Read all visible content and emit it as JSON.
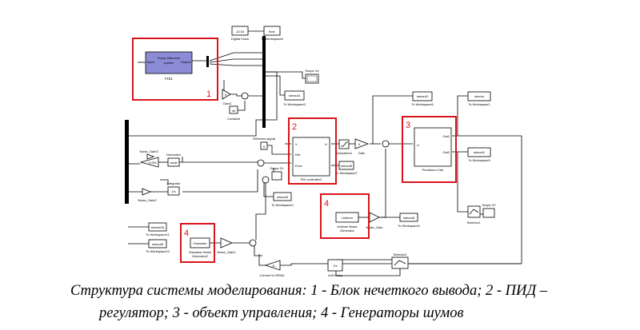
{
  "blocks": {
    "fis": {
      "title": "Fuzzy Inference\nsystem",
      "name": "FIS1",
      "in_port": "Input",
      "out_port": "Output"
    },
    "digital_clock": {
      "display": "12:34",
      "name": "Digital Clock"
    },
    "time_ws": {
      "label": "time",
      "name": "To Workspace8"
    },
    "scope_x4": {
      "name": "Scope X4"
    },
    "simout_ws3": {
      "label": "simout4",
      "name": "To Workspace3"
    },
    "gain2": {
      "value": "K",
      "name": "Gain2"
    },
    "constant": {
      "value": "40",
      "name": "Constant"
    },
    "noise_gain3": {
      "name": "Noise_Gain3"
    },
    "derivative": {
      "label": "du/dt",
      "name": "Derivative"
    },
    "integrator": {
      "label": "1/s",
      "name": "Integrator"
    },
    "gain_0001": {
      "value": "0.001"
    },
    "noise_gain2": {
      "name": "Noise_Gain2"
    },
    "simout_ws11": {
      "label": "simout2A",
      "name": "To Workspace11"
    },
    "simout_ws10": {
      "label": "simout5",
      "name": "To Workspace10"
    },
    "reference": {
      "name": "Referens signal",
      "value": "0"
    },
    "scope_x1": {
      "name": "Scope X1"
    },
    "simout_ws4": {
      "label": "simout3",
      "name": "To Workspace4"
    },
    "pid": {
      "name": "PID controller2",
      "ports": [
        "X",
        "Ref",
        "Error",
        "U"
      ]
    },
    "saturation": {
      "name": "Saturation1"
    },
    "simout_ws7": {
      "label": "simout6",
      "name": "To Workspace7"
    },
    "gain": {
      "value": "K",
      "name": "Gain"
    },
    "simout_ws6": {
      "label": "simout2",
      "name": "To Workspace6"
    },
    "pendulum": {
      "name": "Pendulum Cart",
      "in_port": "U",
      "out1": "Out1",
      "out2": "Out2"
    },
    "simout_ws1": {
      "label": "simout",
      "name": "To Workspace1"
    },
    "simout_ws9": {
      "label": "simout1",
      "name": "To Workspace9"
    },
    "selector1": {
      "name": "Selector1"
    },
    "scope_x2": {
      "name": "Scope X2"
    },
    "uniform": {
      "inner": "Uniform",
      "name": "Uniform Noise\nGenerator"
    },
    "noise_gain": {
      "name": "Noise_Gain"
    },
    "simout_ws5": {
      "label": "simout6",
      "name": "To Workspace5"
    },
    "gaussian": {
      "inner": "Gaussian",
      "name": "Gaussian Noise\nGenerator2"
    },
    "noise_gain1": {
      "name": "Noise_Gain1"
    },
    "grad": {
      "value": "-K-",
      "name": "Convert to GRAD"
    },
    "unit_delay": {
      "label": "1/z",
      "name": "Unit Delay"
    },
    "selector2": {
      "name": "Selector2"
    }
  },
  "highlights": [
    {
      "number": "1",
      "target": "fis"
    },
    {
      "number": "2",
      "target": "pid"
    },
    {
      "number": "3",
      "target": "pendulum"
    },
    {
      "number": "4",
      "target": "uniform"
    },
    {
      "number": "4",
      "target": "gaussian"
    }
  ],
  "caption": {
    "line1": "Структура системы моделирования: 1 - Блок нечеткого вывода; 2 - ПИД –",
    "line2": "регулятор; 3 - объект управления; 4 - Генераторы шумов"
  },
  "colors": {
    "highlight": "#d9141c",
    "fis_fill": "#8c8cd6",
    "wire": "#000000"
  }
}
